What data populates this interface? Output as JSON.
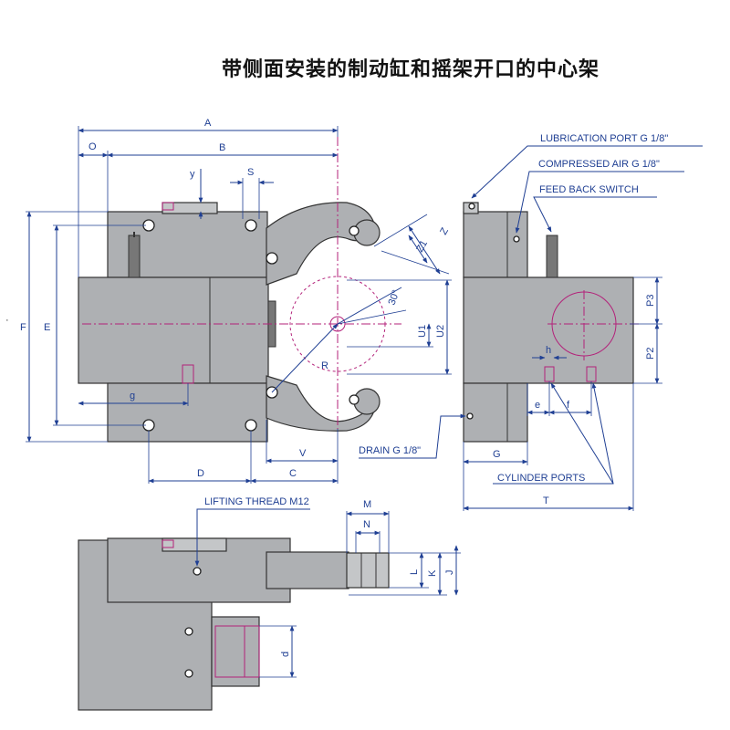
{
  "title": "带侧面安装的制动缸和摇架开口的中心架",
  "labels": {
    "A": "A",
    "B": "B",
    "O": "O",
    "y": "y",
    "S": "S",
    "Z": "Z",
    "Z1": "Z1",
    "angle": "30°",
    "U1": "U1",
    "U2": "U2",
    "R": "R",
    "F": "F",
    "E": "E",
    "g": "g",
    "D": "D",
    "C": "C",
    "V": "V",
    "P3": "P3",
    "P2": "P2",
    "h": "h",
    "e": "e",
    "f": "f",
    "G": "G",
    "T": "T",
    "M": "M",
    "N": "N",
    "L": "L",
    "K": "K",
    "J": "J",
    "d": "d"
  },
  "callouts": {
    "lubrication": "LUBRICATION PORT G 1/8\"",
    "compressed_air": "COMPRESSED AIR G 1/8\"",
    "feedback": "FEED BACK SWITCH",
    "drain": "DRAIN G 1/8\"",
    "cylinder_ports": "CYLINDER PORTS",
    "lifting": "LIFTING THREAD M12"
  },
  "colors": {
    "dimension": "#1f3f93",
    "centerline": "#b3227a",
    "body": "#aeb0b3"
  }
}
